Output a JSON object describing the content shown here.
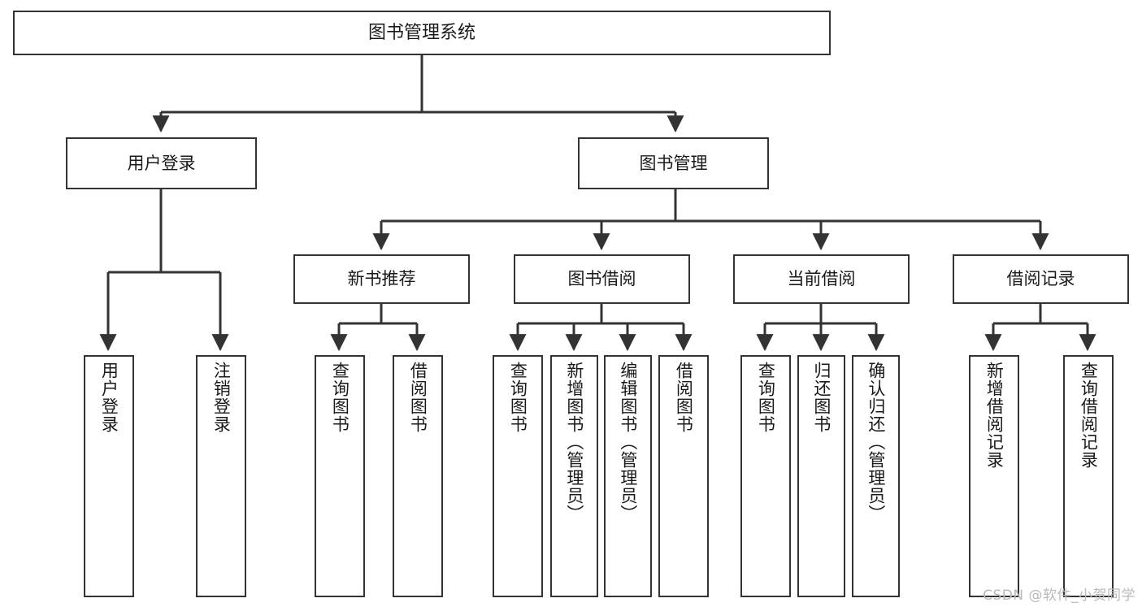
{
  "diagram": {
    "title": "图书管理系统",
    "type": "tree",
    "watermark": "CSDN @软件_小贺同学",
    "colors": {
      "stroke": "#333333",
      "fill": "#ffffff",
      "text": "#1a1a1a",
      "watermark": "#b9b9b9"
    },
    "nodes": {
      "root": {
        "label": "图书管理系统"
      },
      "level2": [
        {
          "id": "user-login",
          "label": "用户登录"
        },
        {
          "id": "book-manage",
          "label": "图书管理"
        }
      ],
      "level3": [
        {
          "id": "new-book-recommend",
          "label": "新书推荐"
        },
        {
          "id": "book-borrow",
          "label": "图书借阅"
        },
        {
          "id": "current-borrow",
          "label": "当前借阅"
        },
        {
          "id": "borrow-record",
          "label": "借阅记录"
        }
      ],
      "leaves": [
        {
          "id": "leaf-user-login",
          "label": "用户登录",
          "parent": "user-login"
        },
        {
          "id": "leaf-user-logout",
          "label": "注销登录",
          "parent": "user-login"
        },
        {
          "id": "leaf-query-book-1",
          "label": "查询图书",
          "parent": "new-book-recommend"
        },
        {
          "id": "leaf-borrow-book-1",
          "label": "借阅图书",
          "parent": "new-book-recommend"
        },
        {
          "id": "leaf-query-book-2",
          "label": "查询图书",
          "parent": "book-borrow"
        },
        {
          "id": "leaf-add-book",
          "label": "新增图书（管理员）",
          "parent": "book-borrow"
        },
        {
          "id": "leaf-edit-book",
          "label": "编辑图书（管理员）",
          "parent": "book-borrow"
        },
        {
          "id": "leaf-borrow-book-2",
          "label": "借阅图书",
          "parent": "book-borrow"
        },
        {
          "id": "leaf-query-book-3",
          "label": "查询图书",
          "parent": "current-borrow"
        },
        {
          "id": "leaf-return-book",
          "label": "归还图书",
          "parent": "current-borrow"
        },
        {
          "id": "leaf-confirm-return",
          "label": "确认归还（管理员）",
          "parent": "current-borrow"
        },
        {
          "id": "leaf-add-record",
          "label": "新增借阅记录",
          "parent": "borrow-record"
        },
        {
          "id": "leaf-query-record",
          "label": "查询借阅记录",
          "parent": "borrow-record"
        }
      ]
    }
  }
}
